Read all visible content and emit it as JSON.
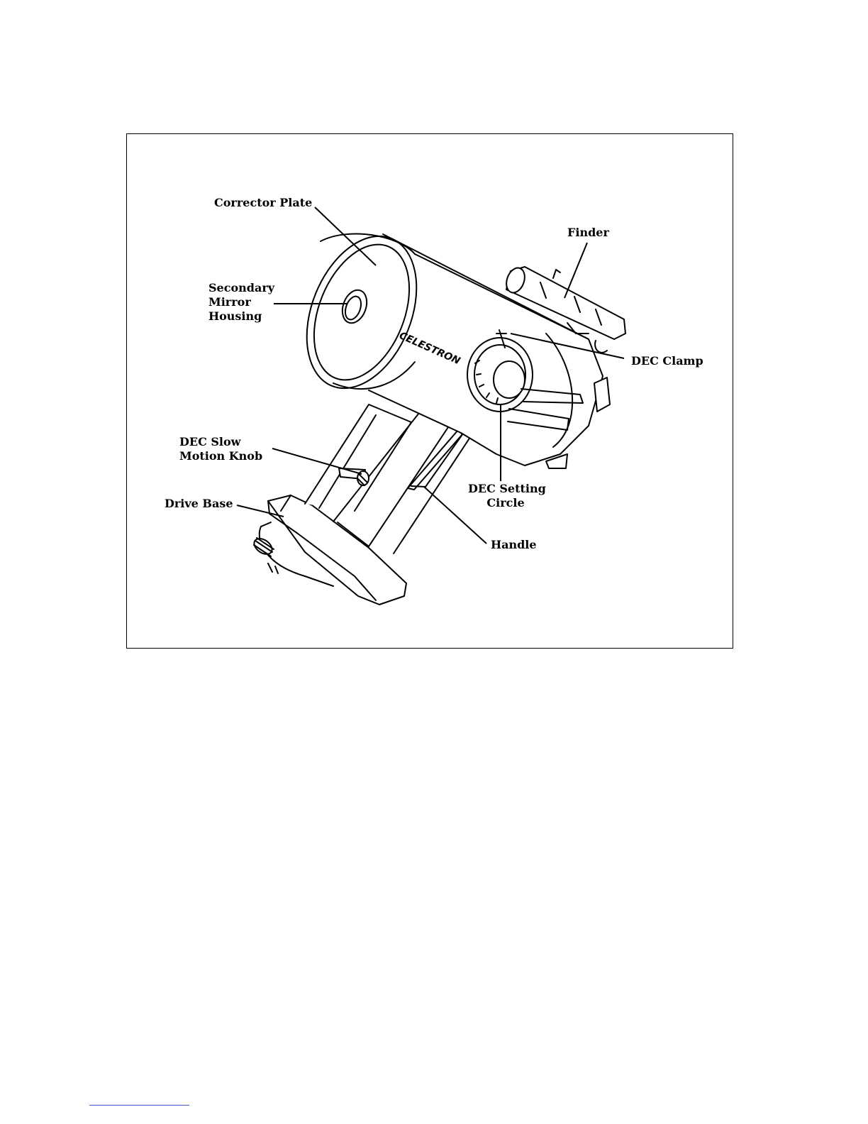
{
  "labels": {
    "corrector_plate": "Corrector Plate",
    "finder": "Finder",
    "secondary_mirror_housing": [
      "Secondary",
      "Mirror",
      "Housing"
    ],
    "dec_clamp": "DEC Clamp",
    "dec_slow_motion_knob": [
      "DEC Slow",
      "Motion Knob"
    ],
    "dec_setting_circle": [
      "DEC Setting",
      "Circle"
    ],
    "drive_base": "Drive Base",
    "handle": "Handle"
  },
  "logo_text": "CELESTRON",
  "colors": {
    "ink": "#000000",
    "paper": "#ffffff",
    "footer_rule": "#3b55c4"
  }
}
